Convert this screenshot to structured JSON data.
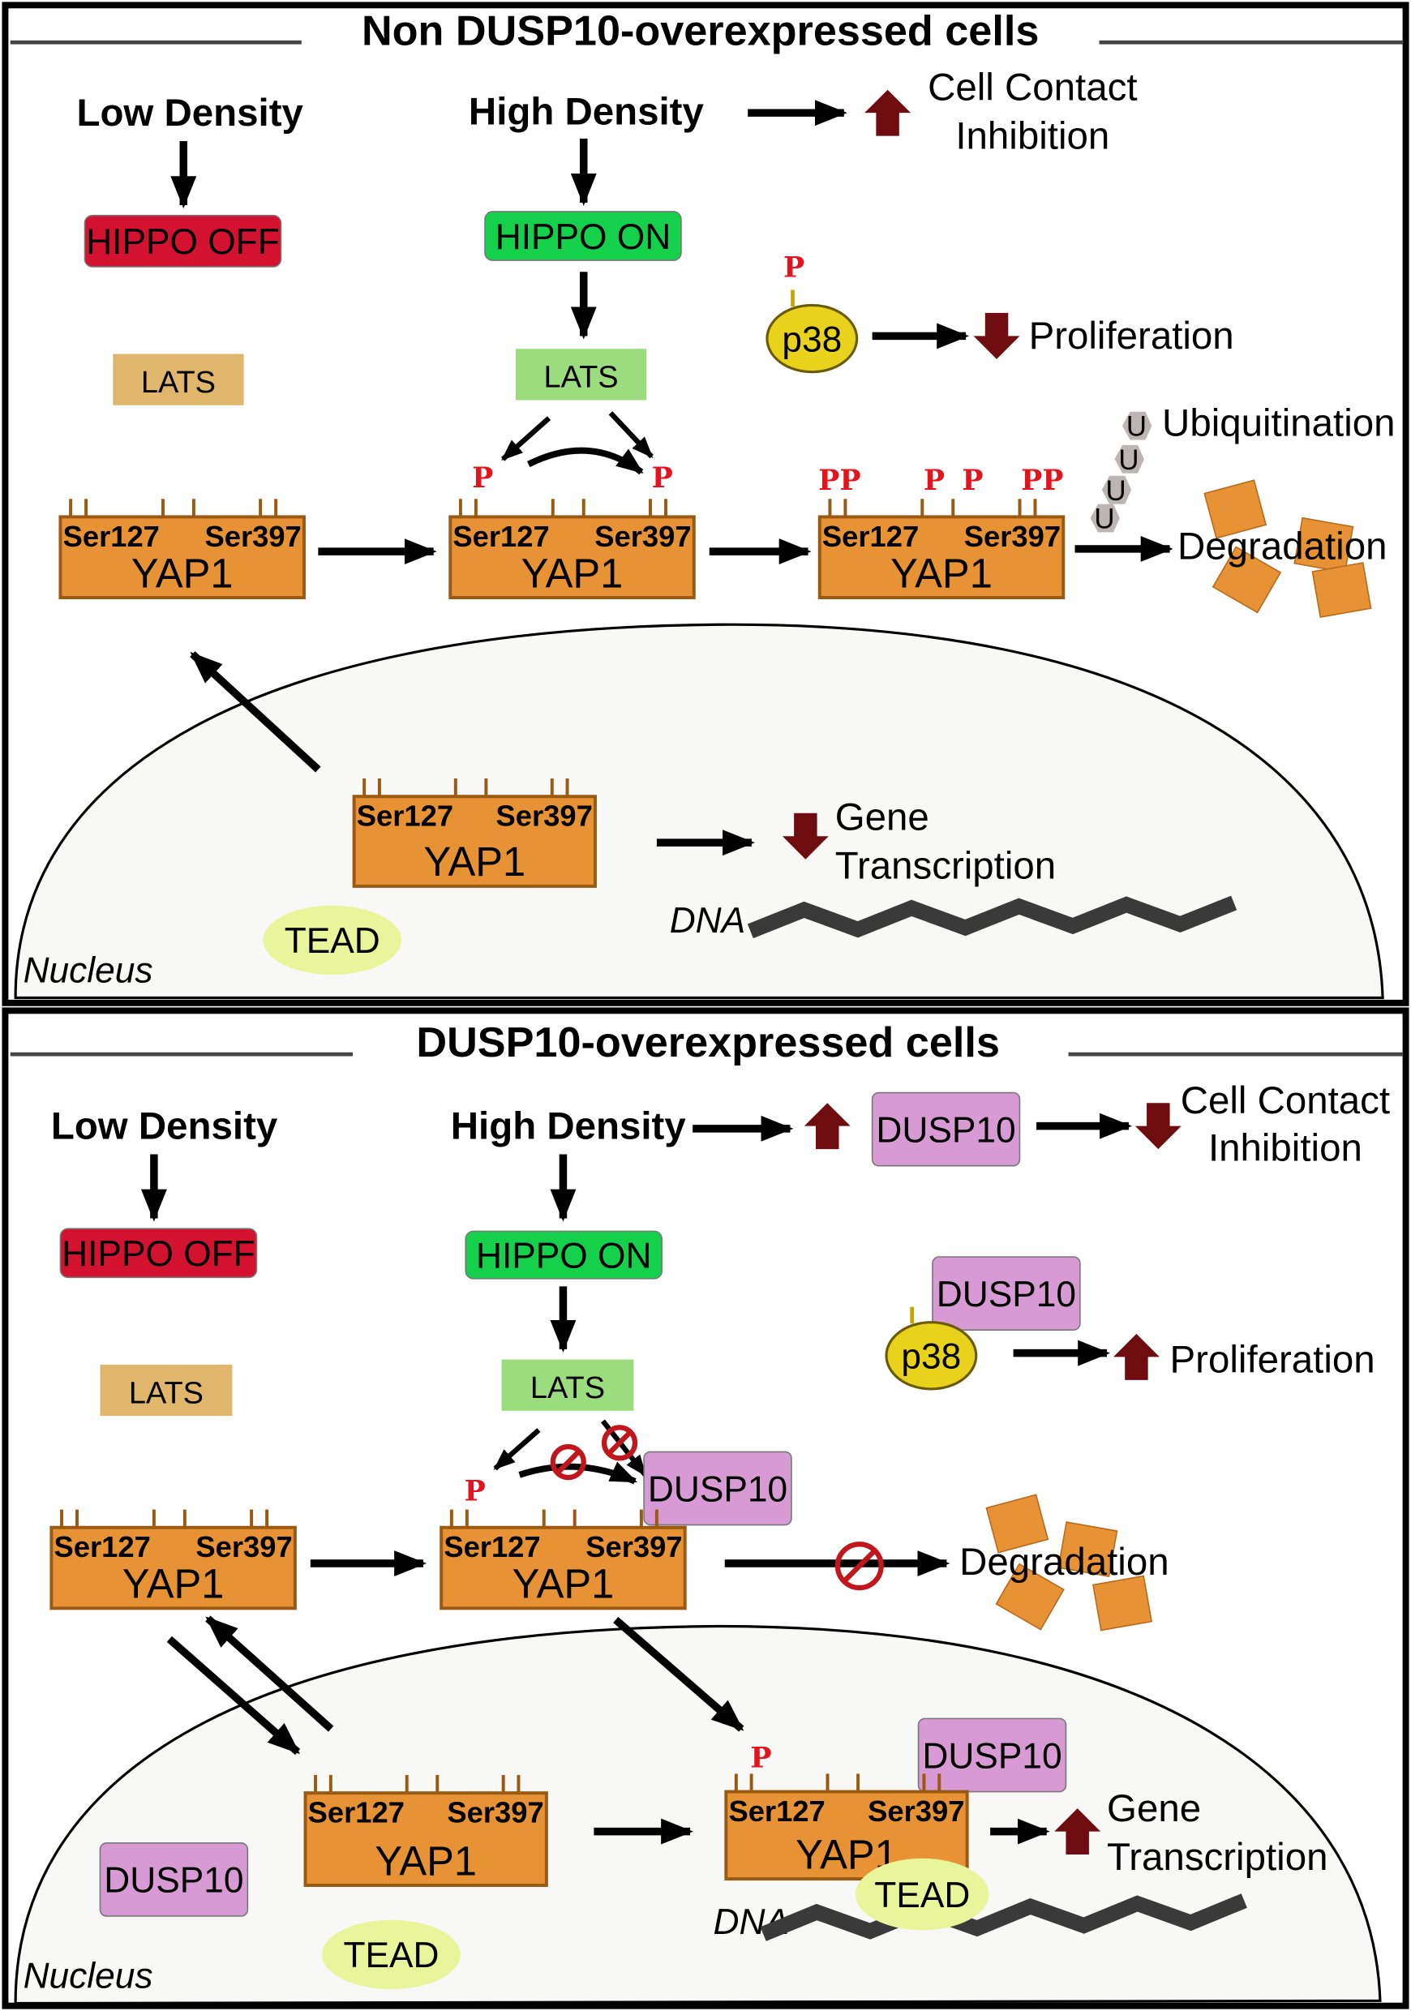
{
  "top": {
    "title": "Non DUSP10-overexpressed cells",
    "low_density": "Low Density",
    "high_density": "High Density",
    "hippo_off": "HIPPO OFF",
    "hippo_on": "HIPPO ON",
    "lats": "LATS",
    "cell_contact": "Cell Contact",
    "inhibition": "Inhibition",
    "p38": "p38",
    "proliferation": "Proliferation",
    "ubiquitination": "Ubiquitination",
    "ubiquitin": "U",
    "degradation": "Degradation",
    "gene": "Gene",
    "transcription": "Transcription",
    "dna": "DNA",
    "tead": "TEAD",
    "nucleus": "Nucleus",
    "p": "P",
    "pp": "PP"
  },
  "bottom": {
    "title": "DUSP10-overexpressed cells",
    "low_density": "Low Density",
    "high_density": "High Density",
    "hippo_off": "HIPPO OFF",
    "hippo_on": "HIPPO ON",
    "lats": "LATS",
    "dusp10": "DUSP10",
    "cell_contact": "Cell Contact",
    "inhibition": "Inhibition",
    "p38": "p38",
    "proliferation": "Proliferation",
    "degradation": "Degradation",
    "gene": "Gene",
    "transcription": "Transcription",
    "dna": "DNA",
    "tead": "TEAD",
    "nucleus": "Nucleus",
    "p": "P"
  },
  "yap": {
    "ser127": "Ser127",
    "ser397": "Ser397",
    "name": "YAP1"
  },
  "colors": {
    "hippo_off": "#d3122f",
    "hippo_on": "#14d04a",
    "lats_inactive": "#e0b56c",
    "lats_active": "#9bdc7e",
    "yap1": "#e69235",
    "dusp10": "#d89ad4",
    "p38": "#e8d21b",
    "tead": "#e8f59a",
    "regulation_arrow": "#6e0c10",
    "phospho": "#e3141e"
  }
}
